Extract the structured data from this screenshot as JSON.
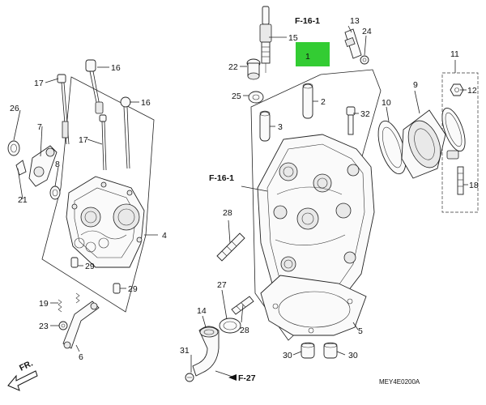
{
  "callouts": {
    "c1": "1",
    "c2": "2",
    "c3": "3",
    "c4": "4",
    "c5": "5",
    "c6": "6",
    "c7": "7",
    "c8": "8",
    "c9": "9",
    "c10": "10",
    "c11": "11",
    "c12": "12",
    "c13": "13",
    "c14": "14",
    "c15": "15",
    "c16a": "16",
    "c16b": "16",
    "c17a": "17",
    "c17b": "17",
    "c18": "18",
    "c19": "19",
    "c21": "21",
    "c22": "22",
    "c23": "23",
    "c24": "24",
    "c25": "25",
    "c26": "26",
    "c27": "27",
    "c28a": "28",
    "c28b": "28",
    "c29a": "29",
    "c29b": "29",
    "c30a": "30",
    "c30b": "30",
    "c31": "31",
    "c32": "32"
  },
  "references": {
    "f16_top": "F-16-1",
    "f16_left": "F-16-1",
    "f27": "F-27",
    "fr_label": "FR."
  },
  "diagram_code": "MEY4E0200A",
  "highlight_color": "#33cc33",
  "icons": {
    "front_arrow": "front-direction-arrow-icon"
  }
}
